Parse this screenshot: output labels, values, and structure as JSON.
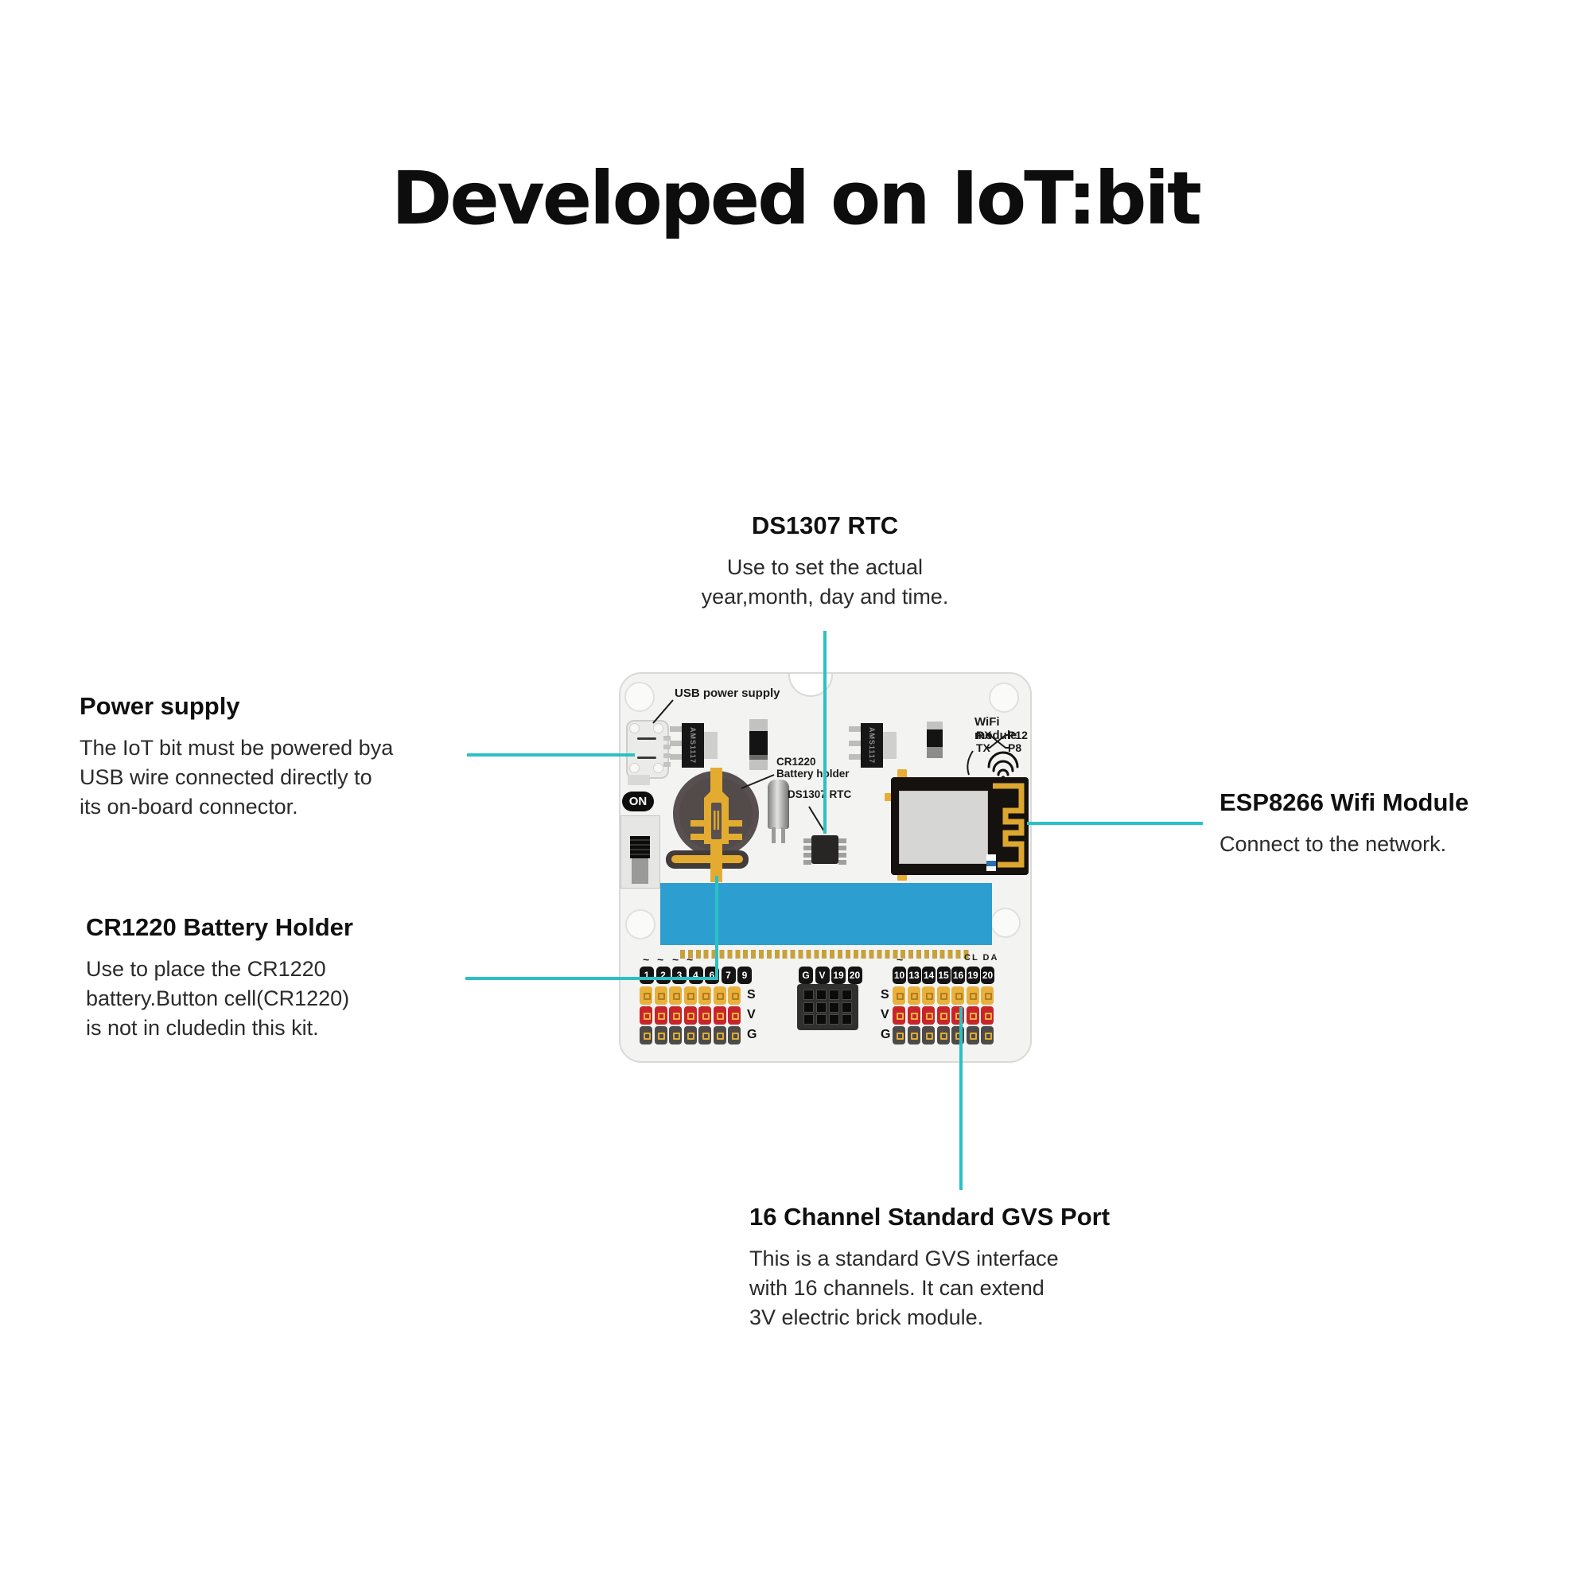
{
  "page": {
    "title": "Developed on IoT:bit",
    "accent_color": "#2bc1c4",
    "blue_slot_color": "#2d9ed0",
    "gold_color": "#e8ab33",
    "signal_row_color": "#e9b13c",
    "voltage_row_color": "#c9242b",
    "ground_row_color": "#4c4b49"
  },
  "annotations": {
    "rtc": {
      "heading": "DS1307 RTC",
      "lines": [
        "Use to set the actual",
        "year,month, day and time."
      ]
    },
    "power": {
      "heading": "Power supply",
      "lines": [
        "The IoT bit must be powered bya",
        "USB wire connected directly to",
        "its on-board connector."
      ]
    },
    "battery": {
      "heading": "CR1220 Battery Holder",
      "lines": [
        "Use to place the CR1220",
        "battery.Button cell(CR1220)",
        "is not in cludedin this kit."
      ]
    },
    "esp": {
      "heading": "ESP8266 Wifi Module",
      "lines": [
        "Connect to the network."
      ]
    },
    "gvs": {
      "heading": "16 Channel Standard GVS Port",
      "lines": [
        "This is a standard GVS interface",
        "with 16 channels. It can extend",
        "3V electric brick module."
      ]
    }
  },
  "board": {
    "usb_label": "USB power supply",
    "wifi_label": "WiFi module",
    "wifi_rx": "RX",
    "wifi_tx": "TX",
    "wifi_p12": "P12",
    "wifi_p8": "P8",
    "battery_label_line1": "CR1220",
    "battery_label_line2": "Battery holder",
    "rtc_label": "DS1307 RTC",
    "on_label": "ON",
    "regulator_label": "AMS1117",
    "tilde": "~",
    "right_top_label": "CL DA",
    "row_letters": [
      "S",
      "V",
      "G"
    ],
    "left_pins": [
      "1",
      "2",
      "3",
      "4",
      "6",
      "7",
      "9"
    ],
    "mid_pins": [
      "G",
      "V",
      "19",
      "20"
    ],
    "right_pins": [
      "10",
      "13",
      "14",
      "15",
      "16",
      "19",
      "20"
    ]
  }
}
